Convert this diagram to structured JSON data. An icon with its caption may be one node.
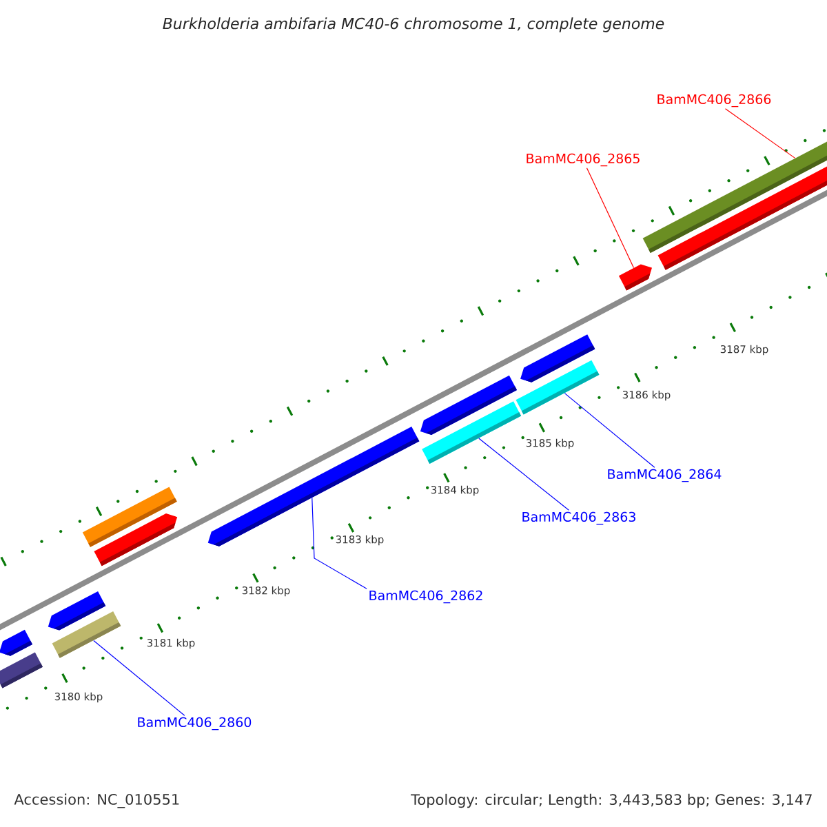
{
  "diagram": {
    "title": "Burkholderia ambifaria MC40-6 chromosome 1, complete genome",
    "nodes": [
      {
        "text": [
          "BamMC406_2866"
        ]
      },
      {
        "text": [
          "BamMC406_2865"
        ]
      },
      {
        "text": [],
        "shape": "bar"
      },
      {
        "text": [],
        "shape": "bar"
      },
      {
        "text": [],
        "shape": "bar"
      },
      {
        "text": [],
        "shape": "bar"
      },
      {
        "text": [],
        "shape": "bar"
      },
      {
        "text": [
          "BamMC406_2864"
        ]
      },
      {
        "text": [],
        "shape": "bar"
      },
      {
        "text": [],
        "shape": "bar"
      },
      {
        "text": [],
        "shape": "bar"
      },
      {
        "text": [
          "BamMC406_2863"
        ]
      },
      {
        "text": [],
        "shape": "bar"
      },
      {
        "text": [],
        "shape": "bar"
      },
      {
        "text": [
          "BamMC406_2862"
        ]
      },
      {
        "text": [],
        "shape": "bar"
      },
      {
        "text": [],
        "shape": "bar"
      },
      {
        "text": [],
        "shape": "bar"
      },
      {
        "text": [],
        "shape": "bar"
      },
      {
        "text": [
          "BamMC406_2860"
        ]
      }
    ],
    "edges": [
      {
        "from": 0,
        "to": 2,
        "arrow": "none",
        "color": "#ff0000"
      },
      {
        "from": 1,
        "to": 3,
        "arrow": "none",
        "color": "#ff0000"
      },
      {
        "from": 7,
        "to": 6,
        "arrow": "none"
      },
      {
        "from": 11,
        "to": 9,
        "arrow": "none"
      },
      {
        "from": 14,
        "to": 10,
        "arrow": "none"
      },
      {
        "from": 19,
        "to": 16,
        "arrow": "none"
      }
    ],
    "labels": [
      "3187 kbp",
      "3186 kbp",
      "3185 kbp",
      "3184 kbp",
      "3183 kbp",
      "3182 kbp",
      "3181 kbp",
      "3180 kbp",
      "Accession: NC_010551",
      "Topology: circular; Length: 3,443,583 bp; Genes: 3,147"
    ]
  }
}
